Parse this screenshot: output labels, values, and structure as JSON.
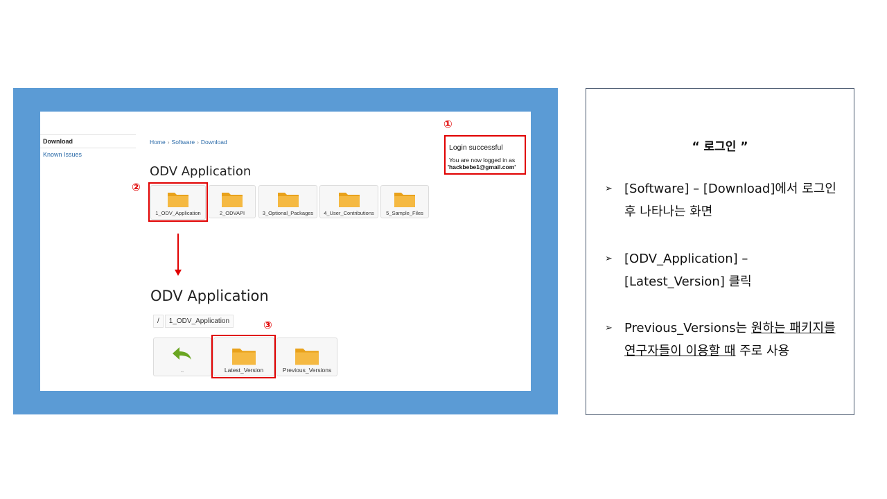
{
  "screenshot": {
    "sidebar": {
      "items": [
        {
          "label": "Download",
          "active": true
        },
        {
          "label": "Known Issues",
          "active": false
        }
      ]
    },
    "breadcrumb": [
      "Home",
      "Software",
      "Download"
    ],
    "top_heading": "ODV Application",
    "top_folders": [
      "1_ODV_Application",
      "2_ODVAPI",
      "3_Optional_Packages",
      "4_User_Contributions",
      "5_Sample_Files"
    ],
    "login": {
      "title": "Login successful",
      "line1": "You are now logged in as",
      "line2": "'hackbebe1@gmail.com'"
    },
    "bottom_heading": "ODV Application",
    "path": [
      "/",
      "1_ODV_Application"
    ],
    "bottom_folders": [
      "..",
      "Latest_Version",
      "Previous_Versions"
    ],
    "markers": [
      "①",
      "②",
      "③"
    ]
  },
  "panel": {
    "title": "“ 로그인 ”",
    "bullets": [
      {
        "parts": [
          {
            "text": "[Software] – [Download]에서 로그인 후 나타나는 화면",
            "underline": false
          }
        ]
      },
      {
        "parts": [
          {
            "text": "[ODV_Application] – [Latest_Version] 클릭",
            "underline": false
          }
        ]
      },
      {
        "parts": [
          {
            "text": "Previous_Versions는 ",
            "underline": false
          },
          {
            "text": "원하는 패키지를 연구자들이 이용할 때",
            "underline": true
          },
          {
            "text": " 주로 사용",
            "underline": false
          }
        ]
      }
    ],
    "bullet_symbol": "➢"
  },
  "colors": {
    "frame": "#5b9bd5",
    "highlight": "#e00000",
    "link": "#2a6aa8",
    "folder": "#f5b942",
    "back_arrow": "#6aa622"
  },
  "icons": [
    "folder-icon",
    "back-arrow-icon",
    "down-arrow-icon",
    "bullet-arrow-icon"
  ]
}
